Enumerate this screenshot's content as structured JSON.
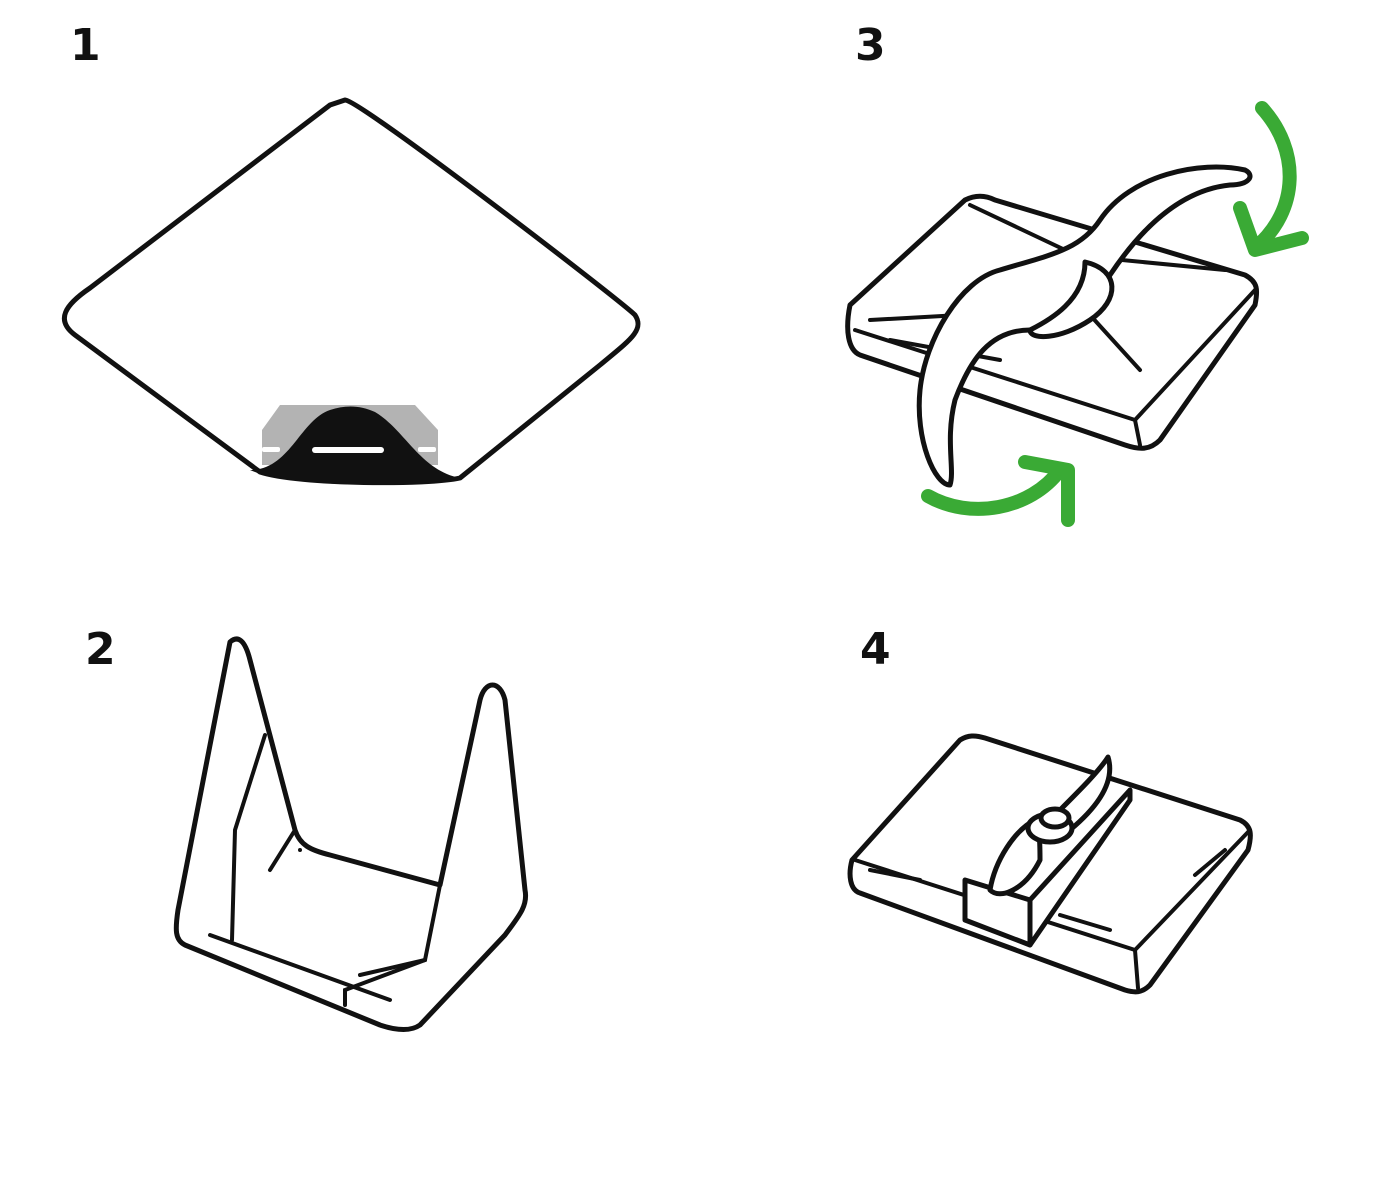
{
  "steps": [
    {
      "number": "1"
    },
    {
      "number": "2"
    },
    {
      "number": "3"
    },
    {
      "number": "4"
    }
  ],
  "colors": {
    "line": "#111111",
    "arrow": "#3aaa35",
    "book_gray": "#b3b3b3"
  }
}
